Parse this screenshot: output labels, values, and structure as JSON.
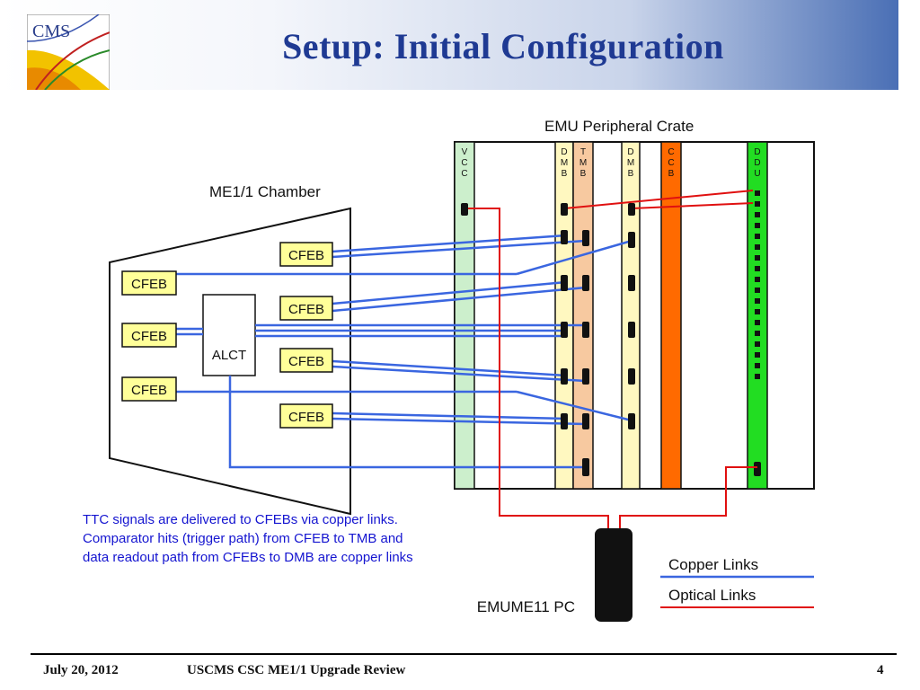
{
  "slide": {
    "title": "Setup:  Initial  Configuration",
    "logo_text": "CMS"
  },
  "diagram": {
    "crate_label": "EMU Peripheral Crate",
    "chamber_label": "ME1/1 Chamber",
    "vcc_label": [
      "V",
      "C",
      "C"
    ],
    "dmb_label": [
      "D",
      "M",
      "B"
    ],
    "tmb_label": [
      "T",
      "M",
      "B"
    ],
    "ccb_label": [
      "C",
      "C",
      "B"
    ],
    "ddu_label": [
      "D",
      "D",
      "U"
    ],
    "cfeb_label": "CFEB",
    "alct_label": "ALCT",
    "pc_label": "EMUME11 PC",
    "legend": {
      "copper": "Copper Links",
      "optical": "Optical Links"
    },
    "note_lines": [
      "TTC signals are delivered to CFEBs via copper links.",
      "Comparator hits (trigger path) from CFEB to TMB and",
      "data readout path from CFEBs to DMB are copper links"
    ],
    "colors": {
      "copper": "#3a66e0",
      "optical": "#e01010",
      "vcc": "#ccefcc",
      "dmb": "#fff8c0",
      "tmb": "#f7c9a0",
      "ccb": "#ff6a00",
      "ddu": "#22dd22",
      "cfeb": "#ffff99",
      "note": "#1515d0"
    }
  },
  "footer": {
    "date": "July  20, 2012",
    "event": "USCMS  CSC  ME1/1  Upgrade  Review",
    "page": "4"
  }
}
